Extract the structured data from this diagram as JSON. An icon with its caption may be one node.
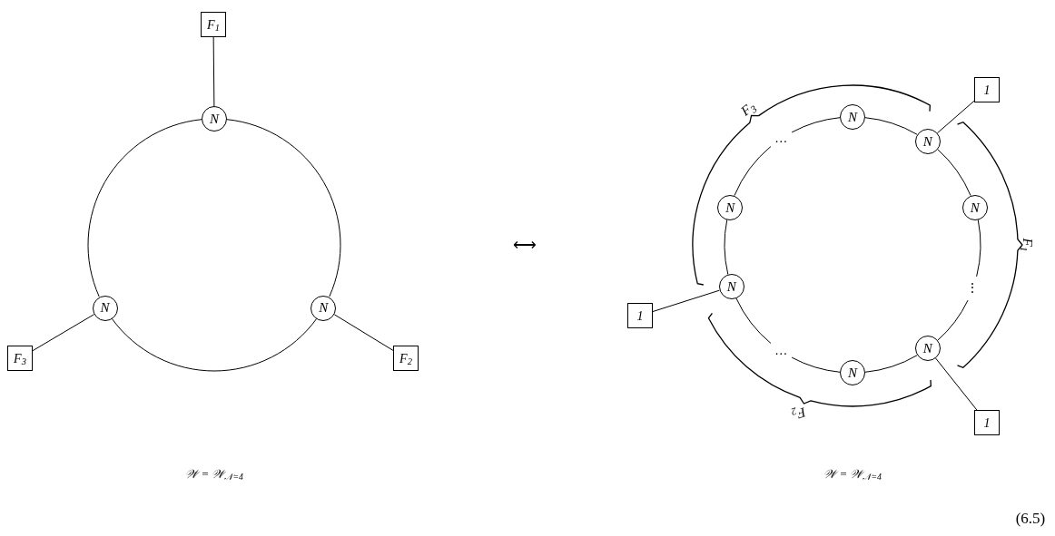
{
  "diagram": {
    "nodes": [
      {
        "text": [
          "F$_{1}$"
        ]
      },
      {
        "text": [
          "N"
        ]
      },
      {
        "text": [
          "N"
        ]
      },
      {
        "text": [
          "N"
        ]
      },
      {
        "text": [
          "F$_{3}$"
        ]
      },
      {
        "text": [
          "F$_{2}$"
        ]
      },
      {
        "text": [
          "1"
        ]
      },
      {
        "text": [
          "N"
        ]
      },
      {
        "text": [
          "…"
        ]
      },
      {
        "text": [
          "N"
        ]
      },
      {
        "text": [
          "N"
        ]
      },
      {
        "text": [
          "N"
        ]
      },
      {
        "text": [
          "⋮"
        ]
      },
      {
        "text": [
          "N"
        ]
      },
      {
        "text": [
          "1"
        ]
      },
      {
        "text": [
          "…"
        ]
      },
      {
        "text": [
          "N"
        ]
      },
      {
        "text": [
          "N"
        ]
      },
      {
        "text": [
          "1"
        ]
      }
    ],
    "edges": [
      {
        "from": 0,
        "to": 1,
        "arrow": "none"
      },
      {
        "from": 1,
        "to": 2,
        "arrow": "none"
      },
      {
        "from": 1,
        "to": 3,
        "arrow": "none"
      },
      {
        "from": 2,
        "to": 3,
        "arrow": "none"
      },
      {
        "from": 2,
        "to": 4,
        "arrow": "none"
      },
      {
        "from": 3,
        "to": 5,
        "arrow": "none"
      },
      {
        "from": 6,
        "to": 9,
        "arrow": "none"
      },
      {
        "from": 7,
        "to": 9,
        "arrow": "none"
      },
      {
        "from": 9,
        "to": 11,
        "arrow": "none"
      },
      {
        "from": 11,
        "to": 12,
        "arrow": "none"
      },
      {
        "from": 12,
        "to": 16,
        "arrow": "none"
      },
      {
        "from": 16,
        "to": 17,
        "arrow": "none"
      },
      {
        "from": 17,
        "to": 15,
        "arrow": "none"
      },
      {
        "from": 15,
        "to": 13,
        "arrow": "none"
      },
      {
        "from": 13,
        "to": 10,
        "arrow": "none"
      },
      {
        "from": 10,
        "to": 8,
        "arrow": "none"
      },
      {
        "from": 8,
        "to": 7,
        "arrow": "none"
      },
      {
        "from": 14,
        "to": 13,
        "arrow": "none"
      },
      {
        "from": 16,
        "to": 18,
        "arrow": "none"
      }
    ],
    "labels": [
      "F$_{3}$",
      "⟷",
      "F$_{1}$",
      "F$_{2}$",
      "𝒲 = 𝒲$_{𝒩=4}$",
      "𝒲 = 𝒲$_{𝒩=4}$",
      "(6.5)"
    ]
  }
}
